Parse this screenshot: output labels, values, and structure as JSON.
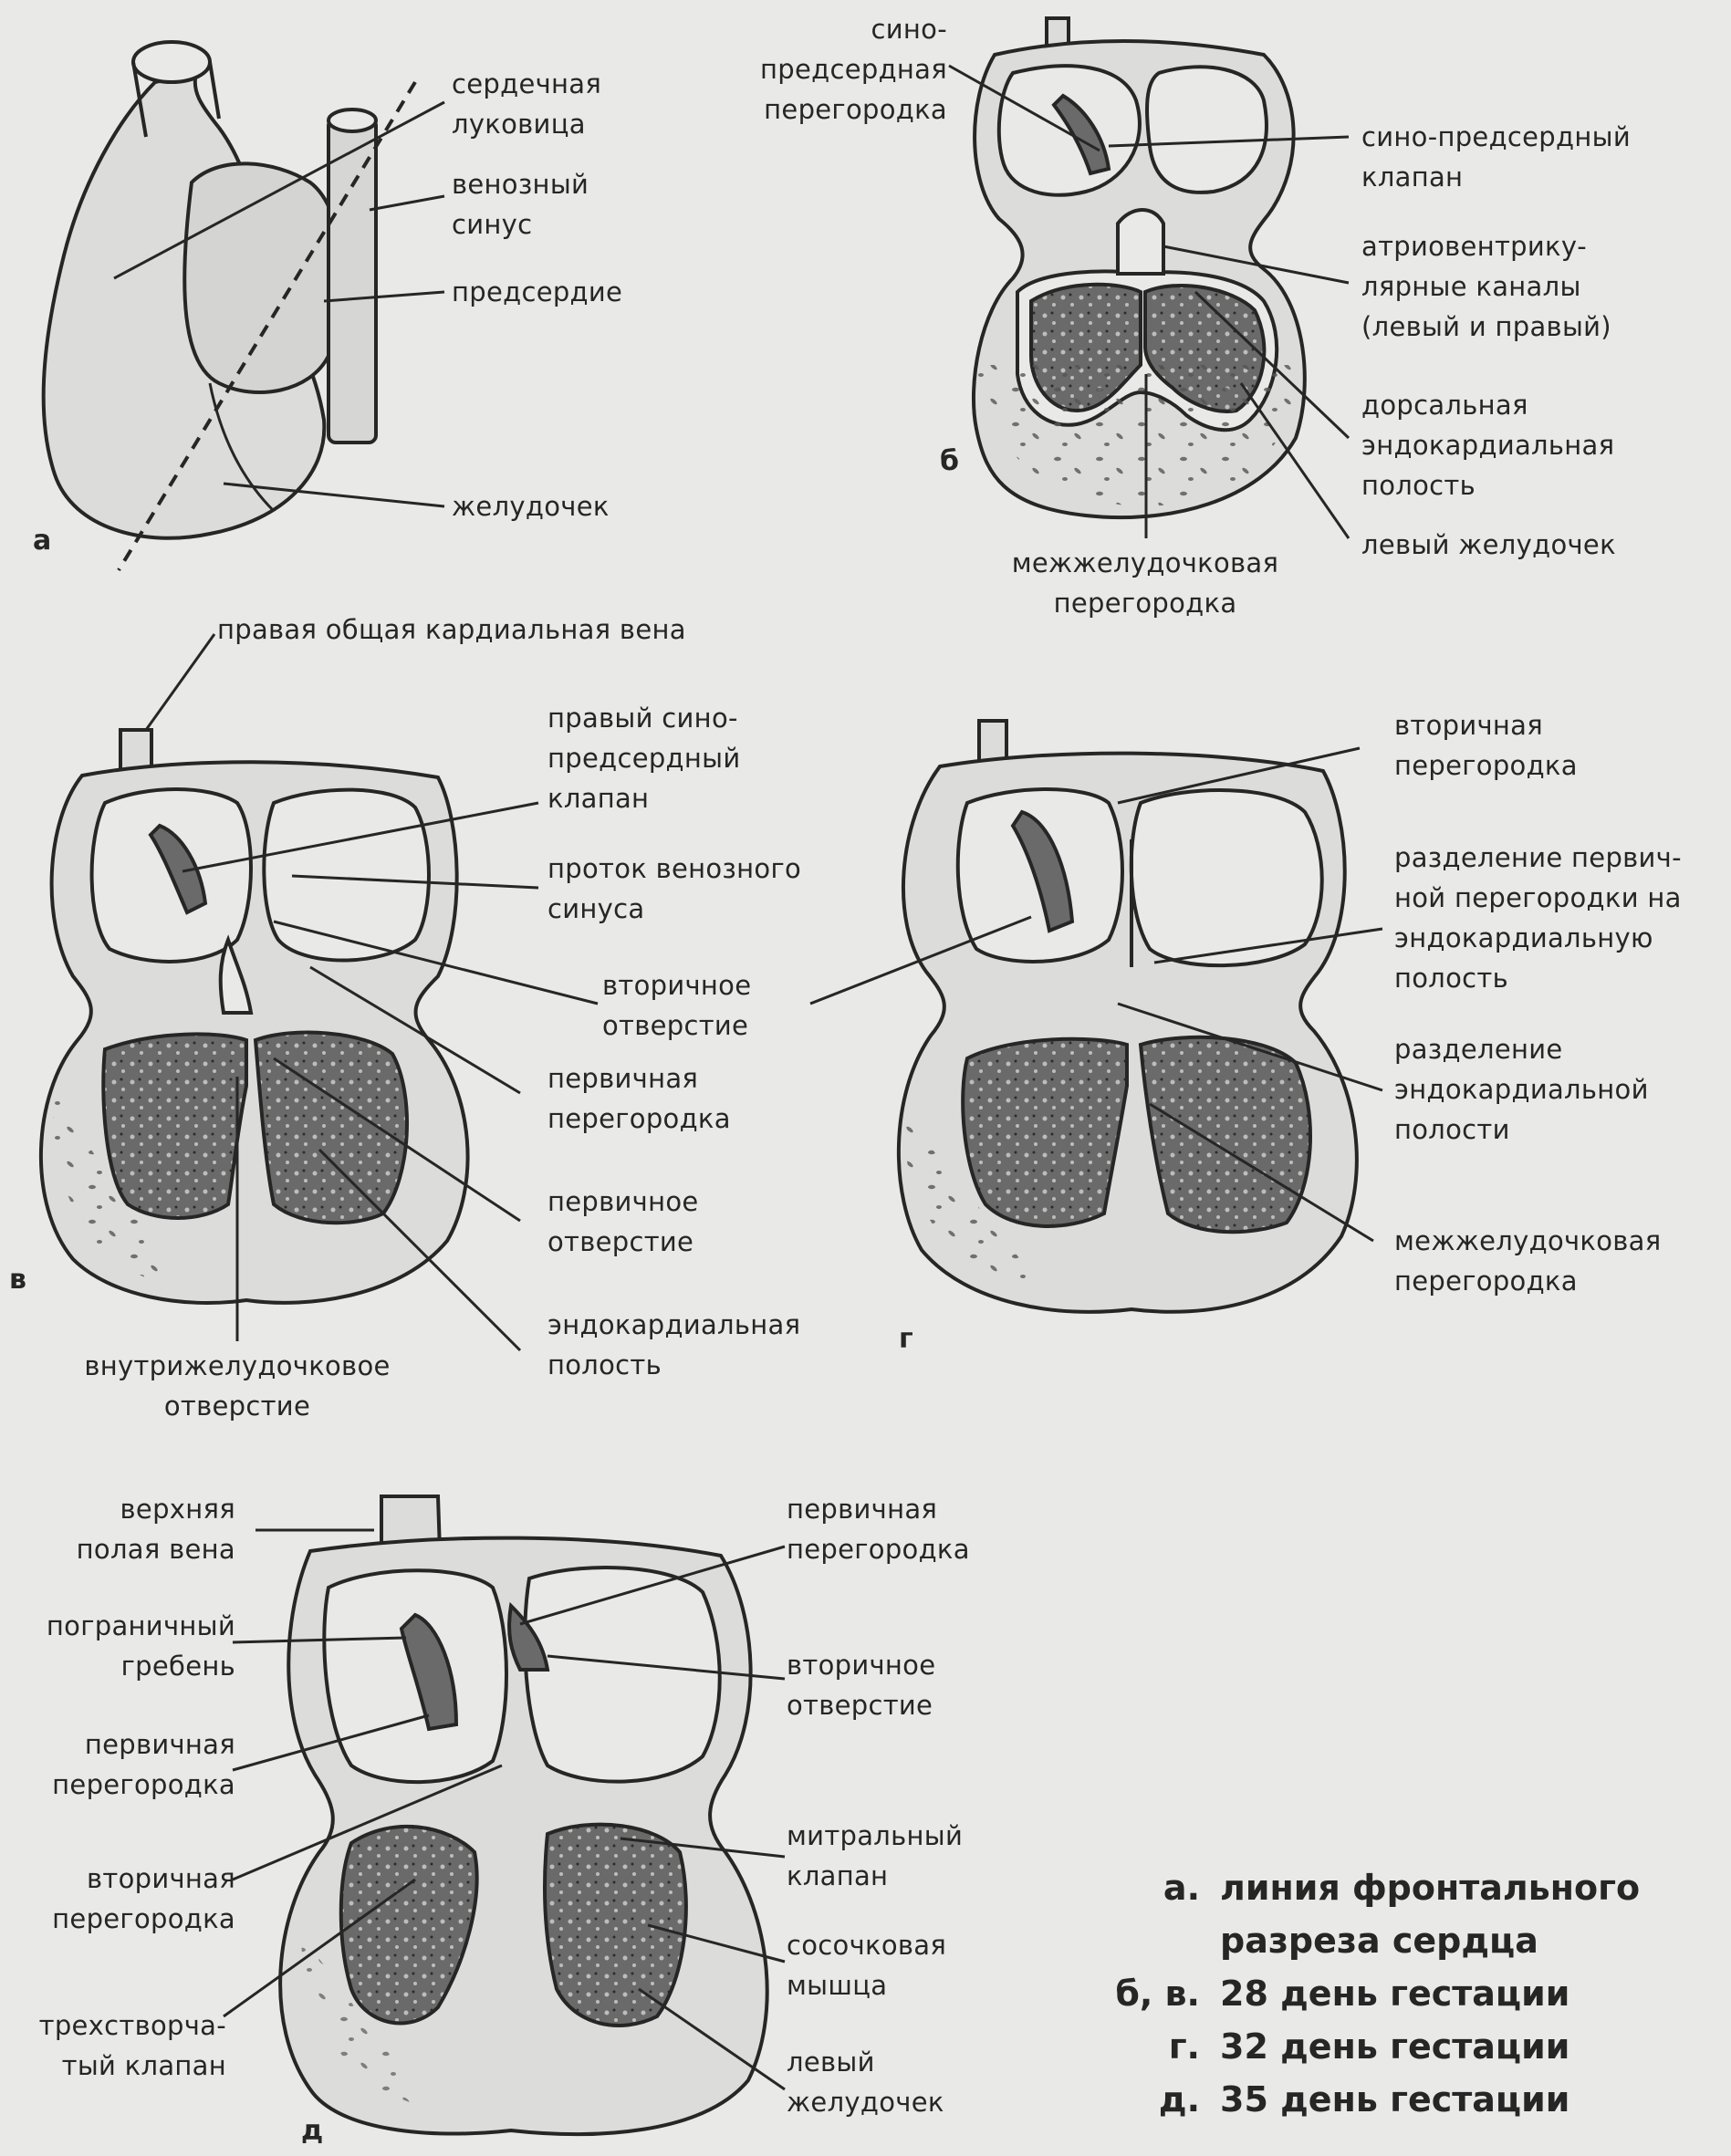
{
  "panels": {
    "a": {
      "letter": "а",
      "labels": {
        "bulbus": "сердечная\nлуковица",
        "sinus": "венозный\nсинус",
        "atrium": "предсердие",
        "ventricle": "желудочек"
      }
    },
    "b": {
      "letter": "б",
      "labels": {
        "sinoatrial_septum": "сино-\nпредсердная\nперегородка",
        "sinoatrial_valve": "сино-предсердный\nклапан",
        "av_canals": "атриовентрику-\nлярные каналы\n(левый и правый)",
        "dorsal_cushion": "дорсальная\nэндокардиальная\nполость",
        "left_ventricle": "левый желудочек",
        "iv_septum": "межжелудочковая\nперегородка"
      }
    },
    "v": {
      "letter": "в",
      "labels": {
        "right_cardinal_vein": "правая общая кардиальная вена",
        "right_sa_valve": "правый сино-\nпредсердный\nклапан",
        "sinus_duct": "проток венозного\nсинуса",
        "ostium_secundum": "вторичное\nотверстие",
        "septum_primum": "первичная\nперегородка",
        "ostium_primum": "первичное\nотверстие",
        "endocardial_cushion": "эндокардиальная\nполость",
        "iv_foramen": "внутрижелудочковое\nотверстие"
      }
    },
    "g": {
      "letter": "г",
      "labels": {
        "septum_secundum": "вторичная\nперегородка",
        "primum_division": "разделение первич-\nной перегородки на\nэндокардиальную\nполость",
        "cushion_division": "разделение\nэндокардиальной\nполости",
        "iv_septum": "межжелудочковая\nперегородка"
      }
    },
    "d": {
      "letter": "д",
      "labels": {
        "svc": "верхняя\nполая вена",
        "crista": "пограничный\nгребень",
        "septum_primum_left": "первичная\nперегородка",
        "septum_secundum": "вторичная\nперегородка",
        "tricuspid": "трехстворча-\nтый клапан",
        "septum_primum_right": "первичная\nперегородка",
        "ostium_secundum": "вторичное\nотверстие",
        "mitral": "митральный\nклапан",
        "papillary": "сосочковая\nмышца",
        "left_ventricle": "левый\nжелудочек"
      }
    }
  },
  "legend": [
    {
      "key": "а.",
      "text": "линия фронтального\nразреза сердца"
    },
    {
      "key": "б, в.",
      "text": "28 день гестации"
    },
    {
      "key": "г.",
      "text": "32 день гестации"
    },
    {
      "key": "д.",
      "text": "35 день гестации"
    }
  ],
  "colors": {
    "background": "#e9e9e7",
    "ink": "#262626",
    "fill": "#dcdcda",
    "muscle": "#5e5e5e"
  }
}
